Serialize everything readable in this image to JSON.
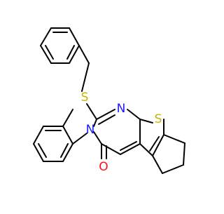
{
  "molecule": {
    "atom_labels": {
      "sulfur_thioether": "S",
      "sulfur_thiophene": "S",
      "nitrogen_imine": "N",
      "nitrogen_amide": "N",
      "oxygen_carbonyl": "O"
    },
    "colors": {
      "bond": "#000000",
      "sulfur": "#c8b400",
      "nitrogen": "#1a1aff",
      "oxygen": "#ff0d0d"
    }
  }
}
